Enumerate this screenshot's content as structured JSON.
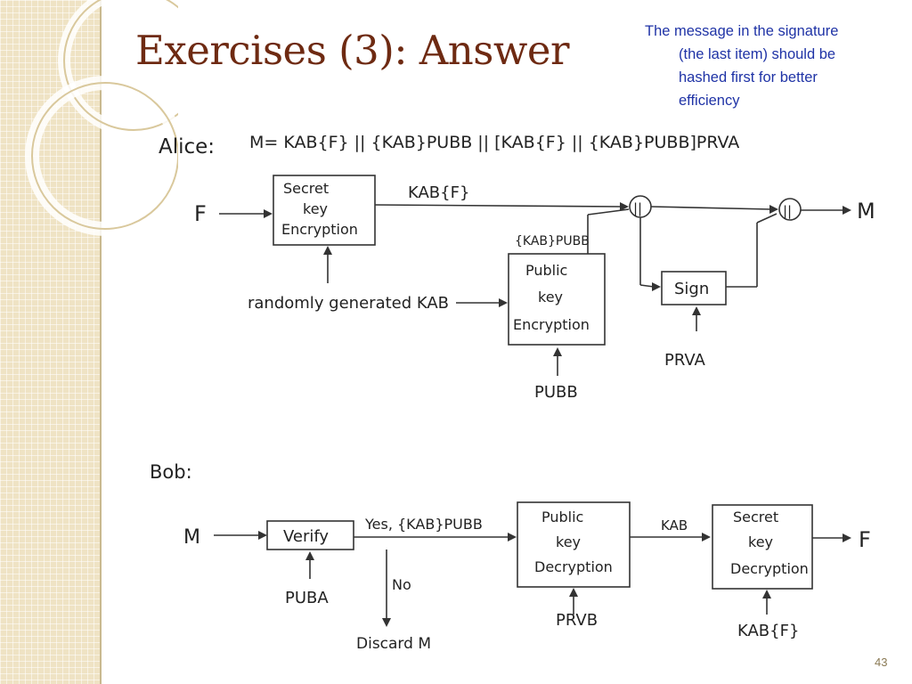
{
  "slide": {
    "title": "Exercises (3): Answer",
    "note_line1": "The message in the signature",
    "note_line2": "(the last item) should be",
    "note_line3": "hashed first for better",
    "note_line4": "efficiency",
    "page_number": "43"
  },
  "alice": {
    "label": "Alice:",
    "formula": "M= KAB{F} || {KAB}PUBB || [KAB{F} || {KAB}PUBB]PRVA",
    "input_f": "F",
    "secret_box": [
      "Secret",
      "key",
      "Encryption"
    ],
    "kab_f": "KAB{F}",
    "random_key": "randomly generated KAB",
    "kab_pubb": "{KAB}PUBB",
    "public_box": [
      "Public",
      "key",
      "Encryption"
    ],
    "pubb": "PUBB",
    "concat": "||",
    "sign": "Sign",
    "prva": "PRVA",
    "output_m": "M"
  },
  "bob": {
    "label": "Bob:",
    "input_m": "M",
    "verify": "Verify",
    "yes_label": "Yes, {KAB}PUBB",
    "no_label": "No",
    "puba": "PUBA",
    "discard": "Discard M",
    "public_box": [
      "Public",
      "key",
      "Decryption"
    ],
    "prvb": "PRVB",
    "kab": "KAB",
    "secret_box": [
      "Secret",
      "key",
      "Decryption"
    ],
    "kab_f": "KAB{F}",
    "output_f": "F"
  }
}
